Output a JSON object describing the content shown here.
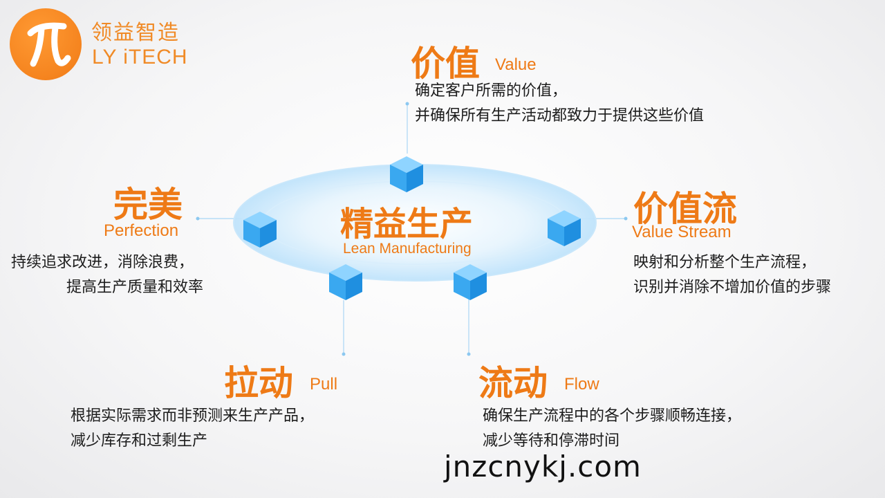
{
  "logo": {
    "symbol": "π",
    "name_cn": "领益智造",
    "name_en": "LY iTECH",
    "color": "#f5841f"
  },
  "center": {
    "title_cn": "精益生产",
    "title_en": "Lean Manufacturing"
  },
  "principles": {
    "value": {
      "title_cn": "价值",
      "title_en": "Value",
      "lines": [
        "确定客户所需的价值，",
        "并确保所有生产活动都致力于提供这些价值"
      ]
    },
    "value_stream": {
      "title_cn": "价值流",
      "title_en": "Value Stream",
      "lines": [
        "映射和分析整个生产流程，",
        "识别并消除不增加价值的步骤"
      ]
    },
    "flow": {
      "title_cn": "流动",
      "title_en": "Flow",
      "lines": [
        "确保生产流程中的各个步骤顺畅连接，",
        "减少等待和停滞时间"
      ]
    },
    "pull": {
      "title_cn": "拉动",
      "title_en": "Pull",
      "lines": [
        "根据实际需求而非预测来生产产品，",
        "减少库存和过剩生产"
      ]
    },
    "perfection": {
      "title_cn": "完美",
      "title_en": "Perfection",
      "lines": [
        "持续追求改进，消除浪费，",
        "提高生产质量和效率"
      ]
    }
  },
  "watermark": "jnzcnykj.com",
  "colors": {
    "accent": "#ee7a16",
    "cube": "#3aa8f0",
    "ring": "#bfe3fb"
  }
}
